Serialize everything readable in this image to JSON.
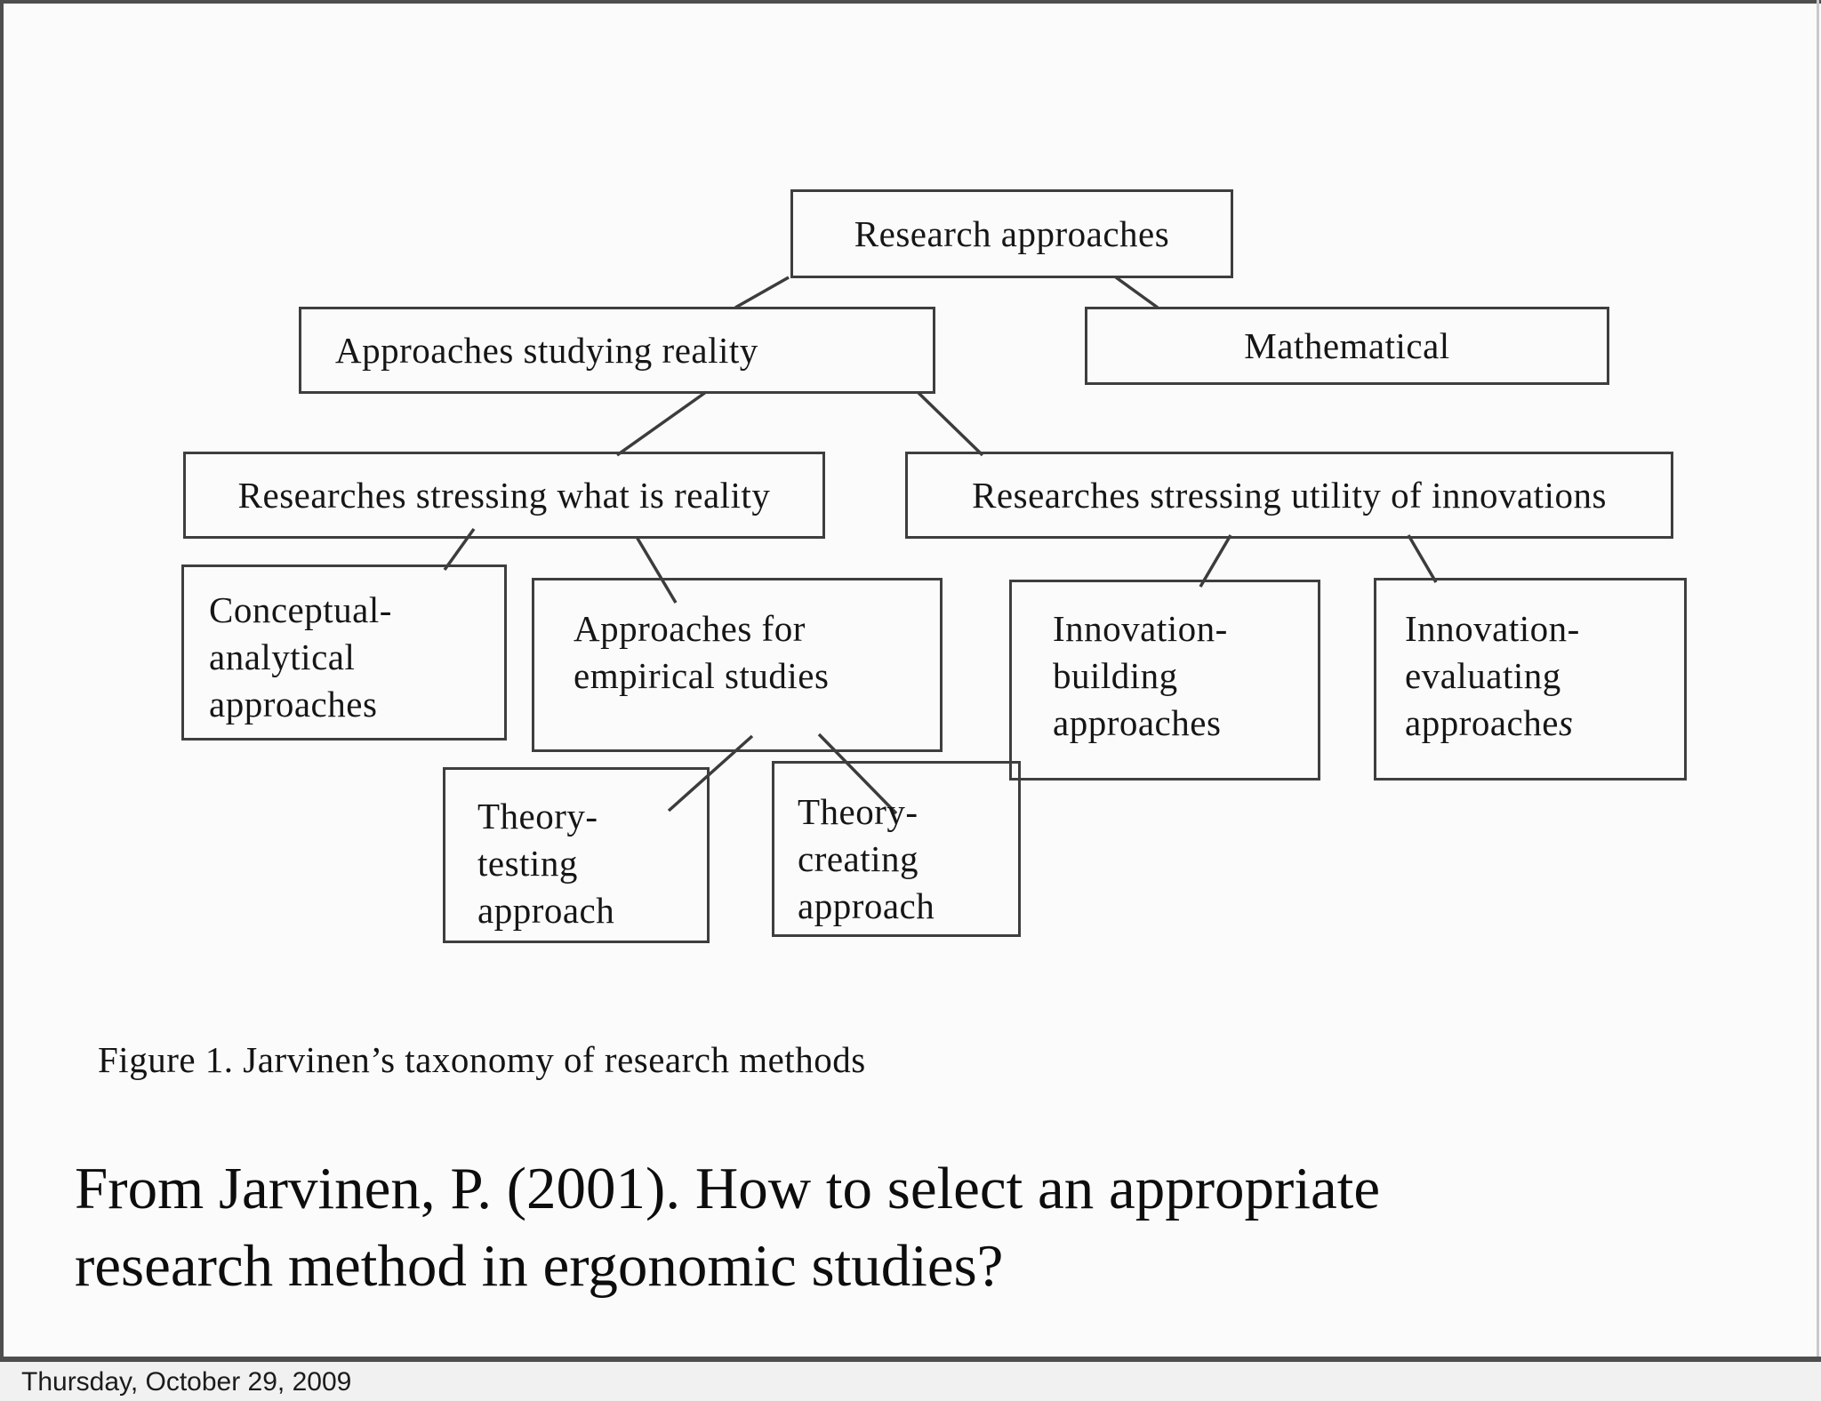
{
  "slide": {
    "figure_caption": "Figure 1. Jarvinen’s taxonomy of research methods",
    "citation_line1": "From Jarvinen, P. (2001). How to select an appropriate",
    "citation_line2": "research method in ergonomic studies?",
    "date": "Thursday, October 29, 2009"
  },
  "diagram": {
    "type": "tree",
    "colors": {
      "box_border": "#3e3e3e",
      "connector": "#3c3c3c",
      "text": "#161616",
      "slide_background": "#fbfbfb"
    },
    "boxes": {
      "research_approaches": {
        "lines": [
          "Research approaches"
        ]
      },
      "approaches_studying_reality": {
        "lines": [
          "Approaches studying reality"
        ]
      },
      "mathematical": {
        "lines": [
          "Mathematical"
        ]
      },
      "researches_stressing_what_is_reality": {
        "lines": [
          "Researches stressing what is reality"
        ]
      },
      "researches_stressing_utility_of_innovations": {
        "lines": [
          "Researches stressing utility of innovations"
        ]
      },
      "conceptual_analytical": {
        "lines": [
          "Conceptual-",
          "analytical",
          "approaches"
        ]
      },
      "approaches_for_empirical_studies": {
        "lines": [
          "Approaches for",
          "empirical studies"
        ]
      },
      "innovation_building": {
        "lines": [
          "Innovation-",
          "building",
          "approaches"
        ]
      },
      "innovation_evaluating": {
        "lines": [
          "Innovation-",
          "evaluating",
          "approache"
        ],
        "italic_suffix": "s"
      },
      "theory_testing": {
        "lines": [
          "Theory-",
          "testing",
          "approach"
        ]
      },
      "theory_creating": {
        "lines": [
          "Theory-",
          "creating",
          "approach"
        ]
      }
    },
    "edges": [
      {
        "from": "research_approaches",
        "to": "approaches_studying_reality"
      },
      {
        "from": "research_approaches",
        "to": "mathematical"
      },
      {
        "from": "approaches_studying_reality",
        "to": "researches_stressing_what_is_reality"
      },
      {
        "from": "approaches_studying_reality",
        "to": "researches_stressing_utility_of_innovations"
      },
      {
        "from": "researches_stressing_what_is_reality",
        "to": "conceptual_analytical"
      },
      {
        "from": "researches_stressing_what_is_reality",
        "to": "approaches_for_empirical_studies"
      },
      {
        "from": "approaches_for_empirical_studies",
        "to": "theory_testing"
      },
      {
        "from": "approaches_for_empirical_studies",
        "to": "theory_creating"
      },
      {
        "from": "researches_stressing_utility_of_innovations",
        "to": "innovation_building"
      },
      {
        "from": "researches_stressing_utility_of_innovations",
        "to": "innovation_evaluating"
      }
    ]
  }
}
